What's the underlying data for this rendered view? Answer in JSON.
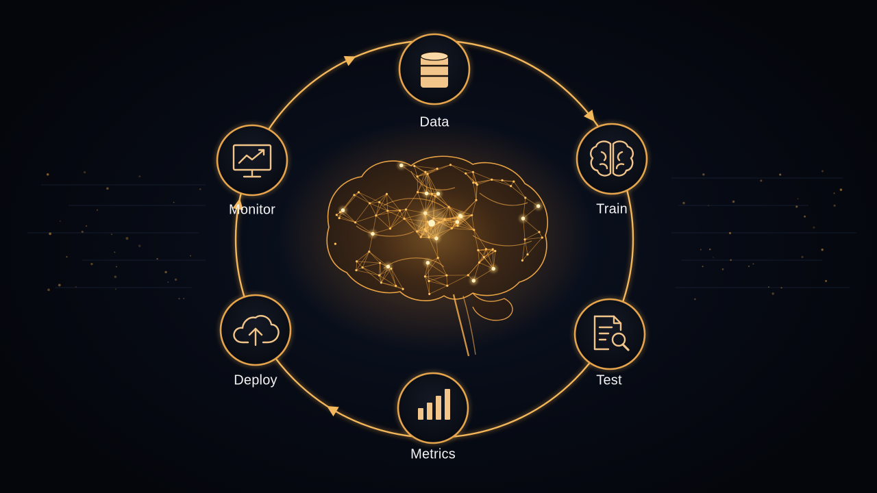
{
  "theme": {
    "background": "#05080f",
    "accent": "#f0b04a",
    "glow": "#ff9a1f",
    "node_fill": "#0a0d14",
    "label_color": "#f2f2f2"
  },
  "cycle": {
    "direction": "clockwise",
    "stages": [
      {
        "label": "Data",
        "icon": "database-icon"
      },
      {
        "label": "Train",
        "icon": "brain-icon"
      },
      {
        "label": "Test",
        "icon": "document-search-icon"
      },
      {
        "label": "Metrics",
        "icon": "bar-chart-icon"
      },
      {
        "label": "Deploy",
        "icon": "cloud-upload-icon"
      },
      {
        "label": "Monitor",
        "icon": "monitor-trend-icon"
      }
    ]
  },
  "center": {
    "icon": "neural-brain-icon"
  }
}
